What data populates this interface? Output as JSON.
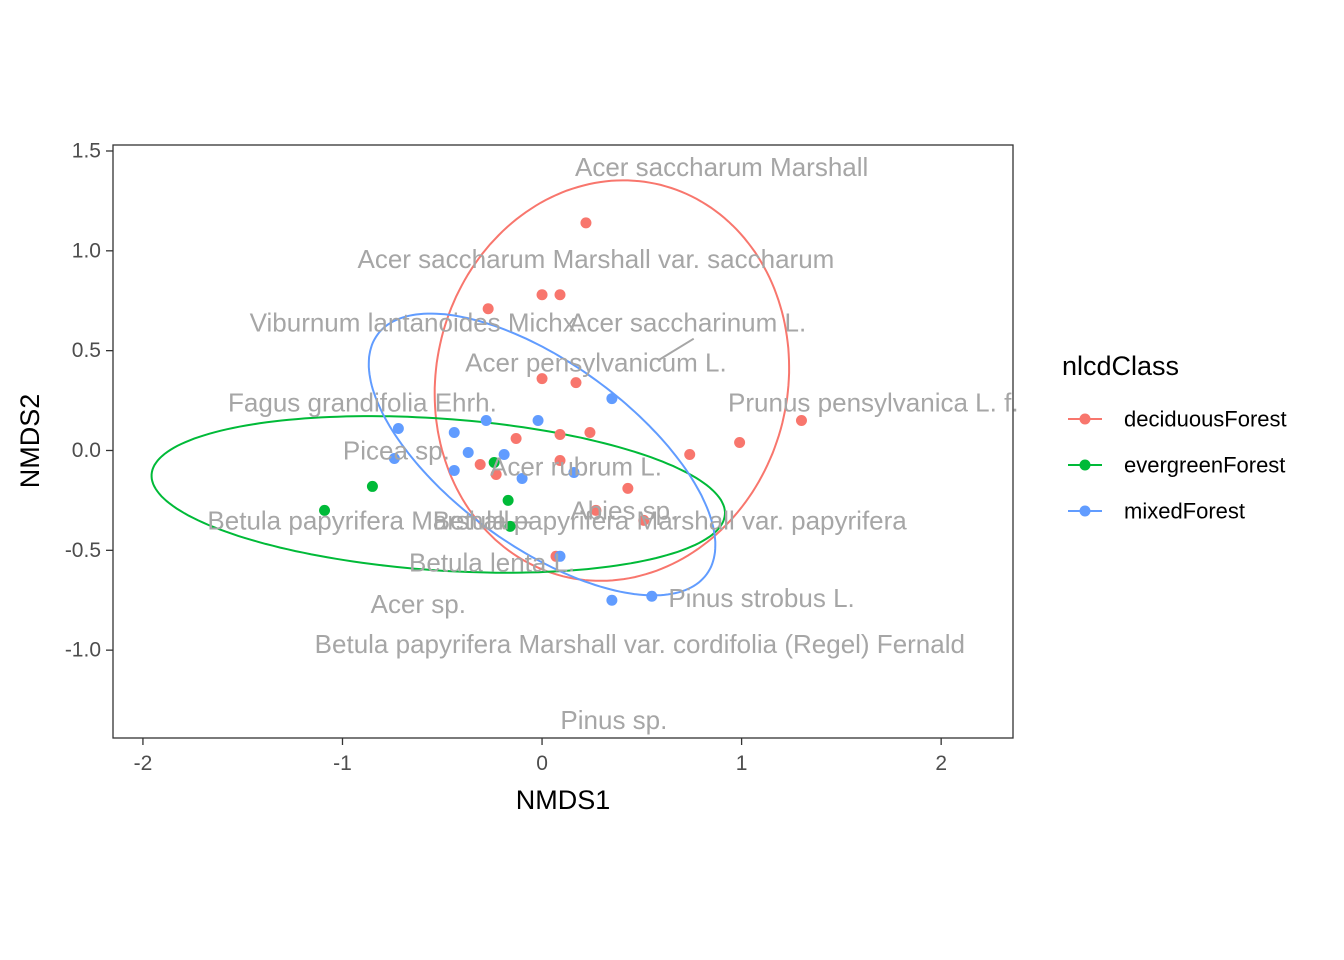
{
  "chart_data": {
    "type": "scatter",
    "xlabel": "NMDS1",
    "ylabel": "NMDS2",
    "xlim": [
      -2.15,
      2.36
    ],
    "ylim": [
      -1.44,
      1.53
    ],
    "xticks": [
      -2,
      -1,
      0,
      1,
      2
    ],
    "yticks": [
      -1.0,
      -0.5,
      0.0,
      0.5,
      1.0,
      1.5
    ],
    "xtick_labels": [
      "-2",
      "-1",
      "0",
      "1",
      "2"
    ],
    "ytick_labels": [
      "-1.0",
      "-0.5",
      "0.0",
      "0.5",
      "1.0",
      "1.5"
    ],
    "grid": false,
    "legend": {
      "title": "nlcdClass",
      "position": "right"
    },
    "series": [
      {
        "name": "deciduousForest",
        "color": "#F8766D",
        "points": [
          [
            0.22,
            1.14
          ],
          [
            0.0,
            0.78
          ],
          [
            0.09,
            0.78
          ],
          [
            -0.27,
            0.71
          ],
          [
            0.0,
            0.36
          ],
          [
            0.17,
            0.34
          ],
          [
            1.3,
            0.15
          ],
          [
            0.99,
            0.04
          ],
          [
            0.09,
            0.08
          ],
          [
            0.24,
            0.09
          ],
          [
            -0.13,
            0.06
          ],
          [
            0.74,
            -0.02
          ],
          [
            -0.31,
            -0.07
          ],
          [
            -0.23,
            -0.12
          ],
          [
            0.09,
            -0.05
          ],
          [
            0.43,
            -0.19
          ],
          [
            0.27,
            -0.3
          ],
          [
            0.51,
            -0.35
          ],
          [
            0.07,
            -0.53
          ]
        ],
        "ellipse": {
          "cx": 0.35,
          "cy": 0.35,
          "rx": 0.88,
          "ry": 1.01,
          "angle_deg": -14
        }
      },
      {
        "name": "evergreenForest",
        "color": "#00BA38",
        "points": [
          [
            -1.09,
            -0.3
          ],
          [
            -0.85,
            -0.18
          ],
          [
            -0.24,
            -0.06
          ],
          [
            -0.17,
            -0.25
          ],
          [
            -0.16,
            -0.38
          ]
        ],
        "ellipse": {
          "cx": -0.52,
          "cy": -0.22,
          "rx": 1.44,
          "ry": 0.38,
          "angle_deg": -4
        }
      },
      {
        "name": "mixedForest",
        "color": "#619CFF",
        "points": [
          [
            0.35,
            0.26
          ],
          [
            -0.28,
            0.15
          ],
          [
            -0.02,
            0.15
          ],
          [
            -0.72,
            0.11
          ],
          [
            -0.44,
            0.09
          ],
          [
            -0.37,
            -0.01
          ],
          [
            -0.19,
            -0.02
          ],
          [
            -0.74,
            -0.04
          ],
          [
            -0.44,
            -0.1
          ],
          [
            -0.1,
            -0.14
          ],
          [
            0.16,
            -0.11
          ],
          [
            0.09,
            -0.53
          ],
          [
            0.35,
            -0.75
          ],
          [
            0.55,
            -0.73
          ]
        ],
        "ellipse": {
          "cx": 0.0,
          "cy": -0.02,
          "rx": 1.02,
          "ry": 0.46,
          "angle_deg": -36
        }
      }
    ],
    "annotations": [
      {
        "text": "Acer saccharum Marshall",
        "x": 0.9,
        "y": 1.42
      },
      {
        "text": "Acer saccharum Marshall var. saccharum",
        "x": 0.27,
        "y": 0.96
      },
      {
        "text": "Viburnum lantanoides Michx.",
        "x": -0.63,
        "y": 0.64
      },
      {
        "text": "Acer saccharinum L.",
        "x": 0.73,
        "y": 0.64
      },
      {
        "text": "Acer pensylvanicum L.",
        "x": 0.27,
        "y": 0.44
      },
      {
        "text": "Fagus grandifolia Ehrh.",
        "x": -0.9,
        "y": 0.24
      },
      {
        "text": "Prunus pensylvanica L. f.",
        "x": 1.66,
        "y": 0.24
      },
      {
        "text": "Picea sp.",
        "x": -0.73,
        "y": 0.0
      },
      {
        "text": "Acer rubrum L.",
        "x": 0.17,
        "y": -0.08
      },
      {
        "text": "Abies sp.",
        "x": 0.41,
        "y": -0.3
      },
      {
        "text": "Betula papyrifera Marshall",
        "x": -0.92,
        "y": -0.35
      },
      {
        "text": "Betula papyrifera Marshall var. papyrifera",
        "x": 0.64,
        "y": -0.35
      },
      {
        "text": "Betula lenta L.",
        "x": -0.25,
        "y": -0.56
      },
      {
        "text": "Pinus strobus L.",
        "x": 1.1,
        "y": -0.74
      },
      {
        "text": "Acer sp.",
        "x": -0.62,
        "y": -0.77
      },
      {
        "text": "Betula papyrifera Marshall var. cordifolia (Regel) Fernald",
        "x": 0.49,
        "y": -0.97
      },
      {
        "text": "Pinus sp.",
        "x": 0.36,
        "y": -1.35
      }
    ],
    "connector_lines": [
      {
        "from": [
          0.58,
          0.45
        ],
        "to": [
          0.76,
          0.56
        ]
      },
      {
        "from": [
          -0.23,
          -0.36
        ],
        "to": [
          -0.05,
          -0.36
        ]
      }
    ]
  }
}
